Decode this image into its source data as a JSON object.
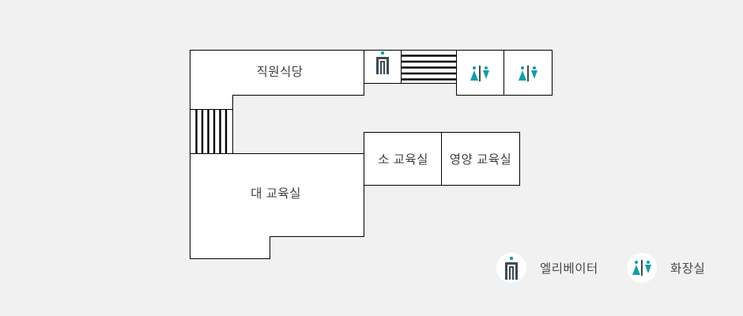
{
  "floor_plan": {
    "rooms": {
      "staff_cafeteria": "직원식당",
      "small_classroom": "소 교육실",
      "nutrition_classroom": "영양 교육실",
      "large_classroom": "대 교육실"
    },
    "facility_icons": [
      "elevator-icon",
      "restroom-icon",
      "restroom-icon",
      "stairs-horizontal-hatch",
      "stairs-vertical-hatch"
    ]
  },
  "legend": {
    "elevator_label": "엘리베이터",
    "restroom_label": "화장실"
  },
  "colors": {
    "background": "#f1f1f1",
    "room_fill": "#ffffff",
    "outline": "#000000",
    "accent_teal": "#0f9dab",
    "icon_slate": "#3d4a53",
    "label_text": "#3f3f3f"
  }
}
